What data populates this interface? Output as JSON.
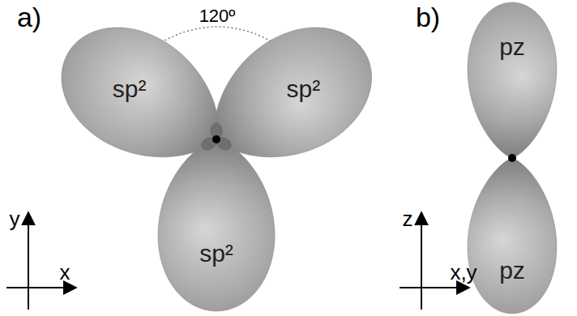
{
  "diagram": {
    "nodes": [
      {
        "text": [
          "sp²"
        ]
      },
      {
        "text": [
          "sp²"
        ]
      },
      {
        "text": [
          "sp²"
        ]
      },
      {
        "text": [
          "pz"
        ]
      },
      {
        "text": [
          "pz"
        ]
      }
    ],
    "labels": [
      "a)",
      "120º",
      "y",
      "x",
      "b)",
      "z",
      "x,y"
    ]
  }
}
